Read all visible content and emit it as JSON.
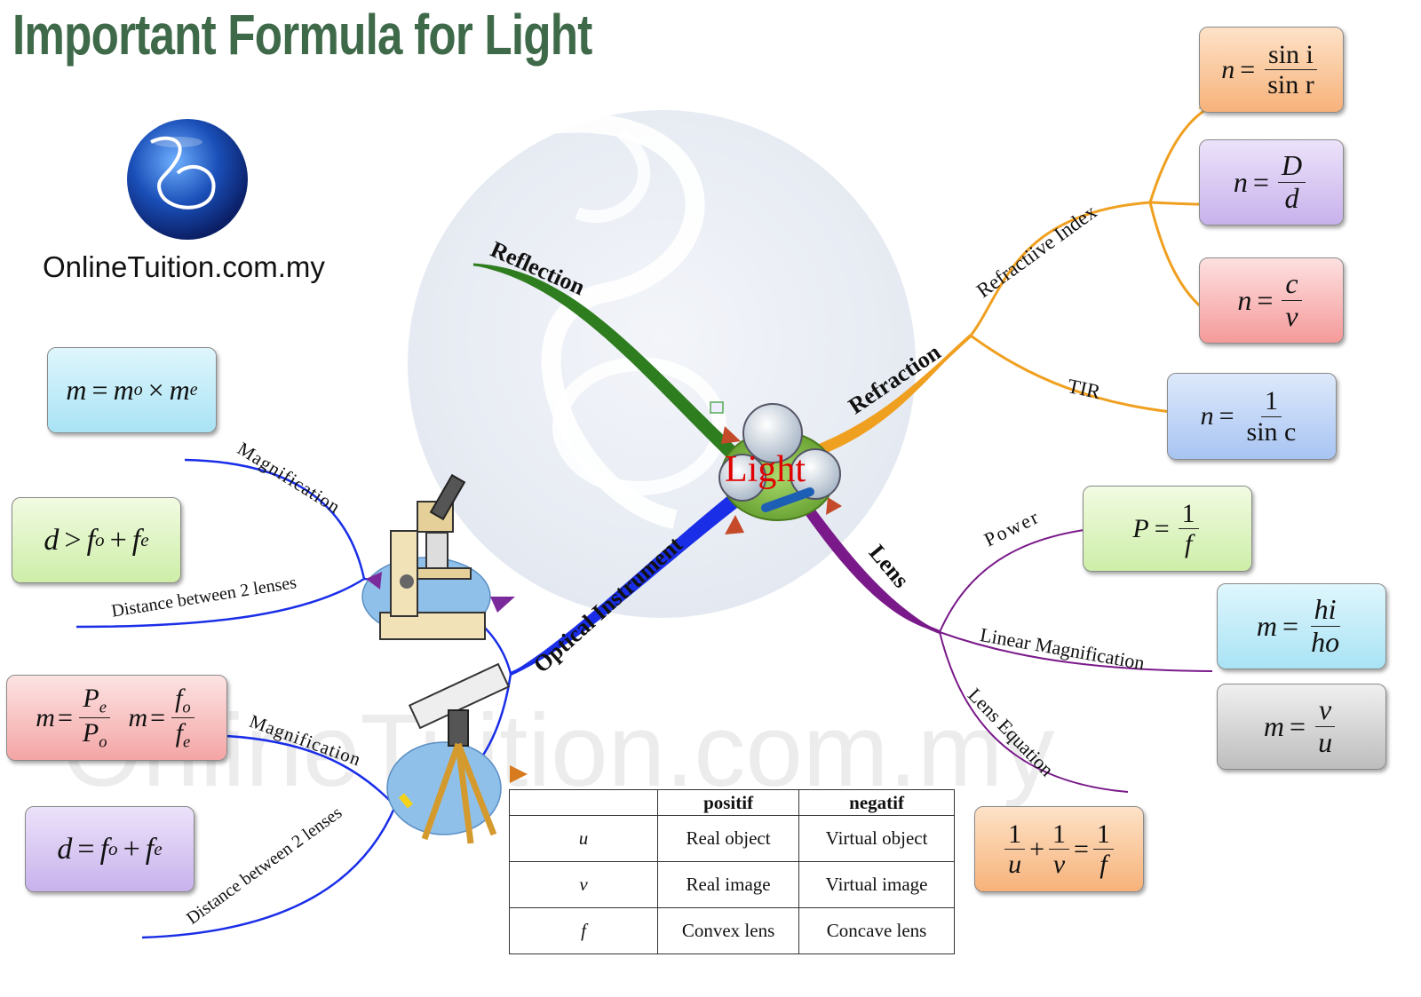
{
  "header": {
    "title": "Important Formula for Light",
    "logo_text": "OnlineTuition.com.my",
    "watermark": "OnlineTuition.com.my"
  },
  "center": {
    "label": "Light"
  },
  "branches": {
    "reflection": "Reflection",
    "refraction": "Refraction",
    "lens": "Lens",
    "optical": "Optical Instrument"
  },
  "sub_labels": {
    "refractive_index": "Refractiive Index",
    "tir": "TIR",
    "power": "Power",
    "linear_magnification": "Linear Magnification",
    "lens_equation": "Lens Equation",
    "magnification_microscope": "Magnification",
    "distance_microscope": "Distance between 2 lenses",
    "magnification_telescope": "Magnification",
    "distance_telescope": "Distance between 2 lenses"
  },
  "formulas": {
    "snell": {
      "lhs": "n",
      "num": "sin i",
      "den": "sin r"
    },
    "depth": {
      "lhs": "n",
      "num": "D",
      "den": "d"
    },
    "speed": {
      "lhs": "n",
      "num": "c",
      "den": "v"
    },
    "critical": {
      "lhs": "n",
      "num": "1",
      "den": "sin c"
    },
    "power": {
      "lhs": "P",
      "num": "1",
      "den": "f"
    },
    "lin_mag": {
      "lhs": "m",
      "num": "hi",
      "den": "ho"
    },
    "mag_vu": {
      "lhs": "m",
      "num": "v",
      "den": "u"
    },
    "lens_eq": {
      "t1n": "1",
      "t1d": "u",
      "t2n": "1",
      "t2d": "v",
      "t3n": "1",
      "t3d": "f"
    },
    "micro_mag": {
      "m": "m",
      "mo": "m",
      "o": "o",
      "me": "m",
      "e": "e"
    },
    "micro_dist": {
      "d": "d",
      "fo": "f",
      "o": "o",
      "fe": "f",
      "e": "e"
    },
    "tele_mag": {
      "m1": "m",
      "pe_num": "P",
      "pe_sub": "e",
      "po_den": "P",
      "po_sub": "o",
      "m2": "m",
      "fo_num": "f",
      "fo_sub": "o",
      "fe_den": "f",
      "fe_sub": "e"
    },
    "tele_dist": {
      "d": "d",
      "fo": "f",
      "o": "o",
      "fe": "f",
      "e": "e"
    }
  },
  "sign_table": {
    "headers": [
      "",
      "positif",
      "negatif"
    ],
    "rows": [
      [
        "u",
        "Real object",
        "Virtual object"
      ],
      [
        "v",
        "Real image",
        "Virtual image"
      ],
      [
        "f",
        "Convex lens",
        "Concave lens"
      ]
    ]
  },
  "colors": {
    "title": "#3f6a4a",
    "reflection": "#2e7d1f",
    "refraction": "#f0a020",
    "lens": "#7a1a8a",
    "optical": "#1a2ee8"
  }
}
